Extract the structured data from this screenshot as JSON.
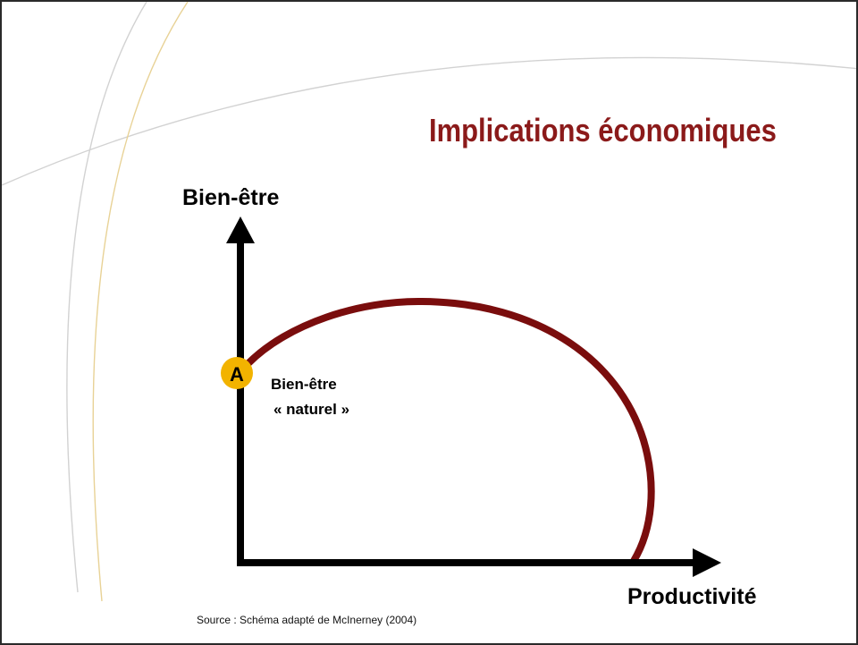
{
  "slide": {
    "title": "Implications économiques",
    "source": "Source : Schéma adapté de McInerney (2004)"
  },
  "diagram": {
    "y_axis_label": "Bien-être",
    "x_axis_label": "Productivité",
    "point_label": "A",
    "annotation_line1": "Bien-être",
    "annotation_line2": "« naturel »"
  },
  "colors": {
    "curve": "#7a0d0d",
    "title": "#8b1a1a",
    "point_fill": "#f2b300",
    "axes": "#000000",
    "deco_gray": "#cfcfcf",
    "deco_gold": "#e7cf8f"
  }
}
